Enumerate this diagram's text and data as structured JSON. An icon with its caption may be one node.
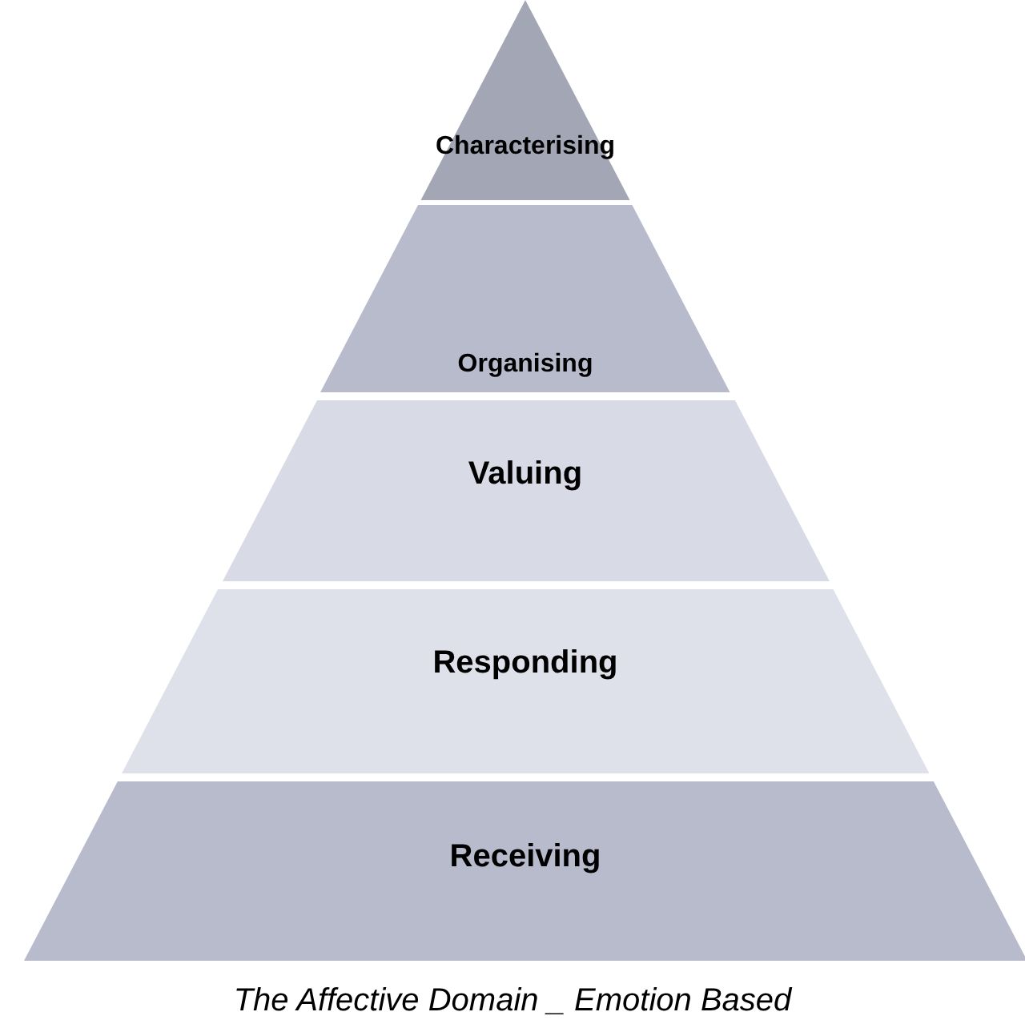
{
  "diagram": {
    "caption": "The Affective Domain _ Emotion Based",
    "nodes": [
      {
        "text": [
          "Characterising"
        ]
      },
      {
        "text": [
          "Organising"
        ]
      },
      {
        "text": [
          "Valuing"
        ]
      },
      {
        "text": [
          "Responding"
        ]
      },
      {
        "text": [
          "Receiving"
        ]
      }
    ]
  }
}
